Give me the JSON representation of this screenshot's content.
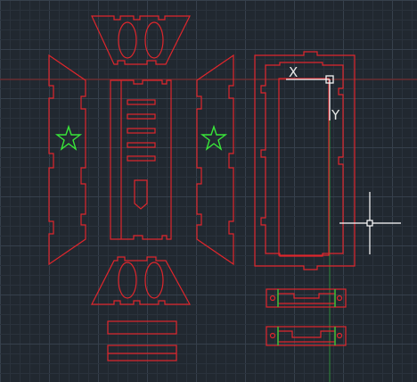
{
  "app": {
    "kind": "CAD drawing viewport",
    "background": "#212830"
  },
  "colors": {
    "grid_minor": "#2a323c",
    "grid_major": "#36404c",
    "axis_x": "#8a2a2a",
    "axis_y": "#2f8a3a",
    "part_stroke": "#e0262c",
    "star_stroke": "#39e639",
    "ucs_stroke": "#f2f2f2",
    "crosshair": "#ffffff",
    "green_slot": "#38c238"
  },
  "ucs": {
    "x_label": "X",
    "y_label": "Y",
    "icon": "ucs-icon"
  },
  "cursor": {
    "icon": "crosshair-icon"
  },
  "parts": [
    "top-trapezoid-panel",
    "left-side-panel",
    "center-vent-panel",
    "right-side-panel",
    "tall-frame-panel",
    "bottom-trapezoid-panel",
    "bottom-strip-panels",
    "clip-bracket-upper",
    "clip-bracket-lower"
  ]
}
